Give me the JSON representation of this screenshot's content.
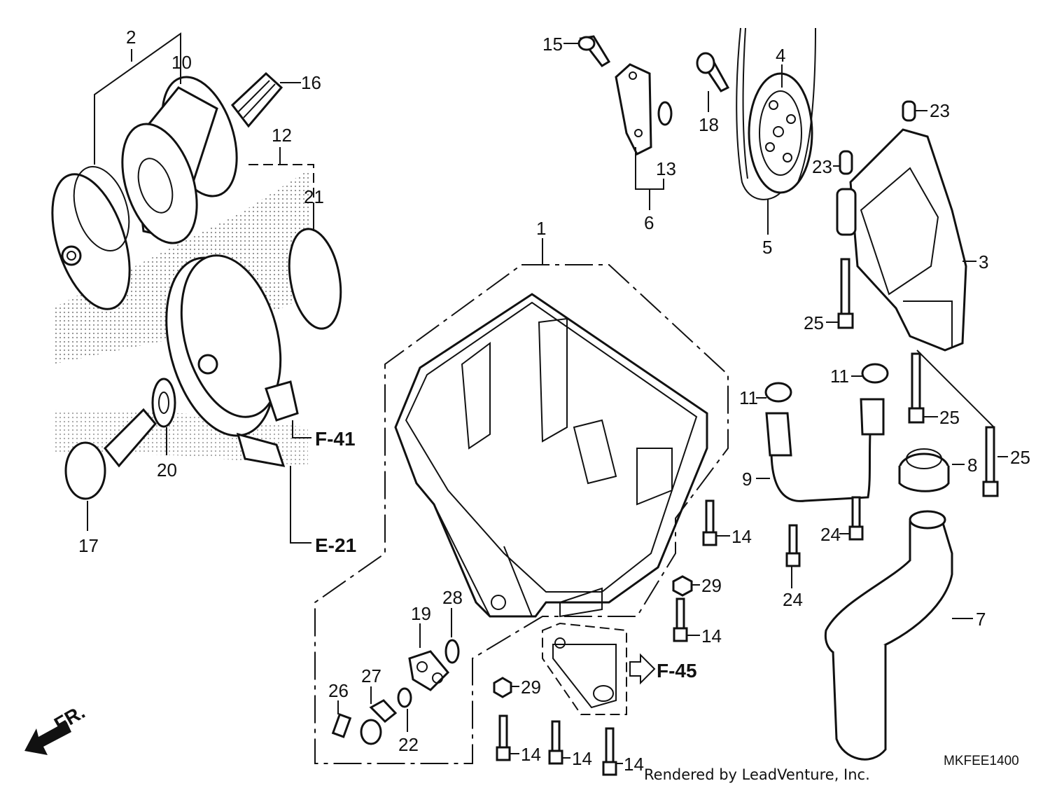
{
  "labels": {
    "p1": "1",
    "p2": "2",
    "p3": "3",
    "p4": "4",
    "p5": "5",
    "p6": "6",
    "p7": "7",
    "p8": "8",
    "p9": "9",
    "p10": "10",
    "p11a": "11",
    "p11b": "11",
    "p12": "12",
    "p13": "13",
    "p14a": "14",
    "p14b": "14",
    "p14c": "14",
    "p14d": "14",
    "p14e": "14",
    "p15": "15",
    "p16": "16",
    "p17": "17",
    "p18": "18",
    "p19": "19",
    "p20": "20",
    "p21": "21",
    "p22": "22",
    "p23a": "23",
    "p23b": "23",
    "p24a": "24",
    "p24b": "24",
    "p25a": "25",
    "p25b": "25",
    "p25c": "25",
    "p26": "26",
    "p27": "27",
    "p28": "28",
    "p29a": "29",
    "p29b": "29"
  },
  "refs": {
    "f41": "F-41",
    "e21": "E-21",
    "f45": "F-45"
  },
  "front_marker": "FR.",
  "diagram_code": "MKFEE1400",
  "credit": "Rendered by LeadVenture, Inc."
}
